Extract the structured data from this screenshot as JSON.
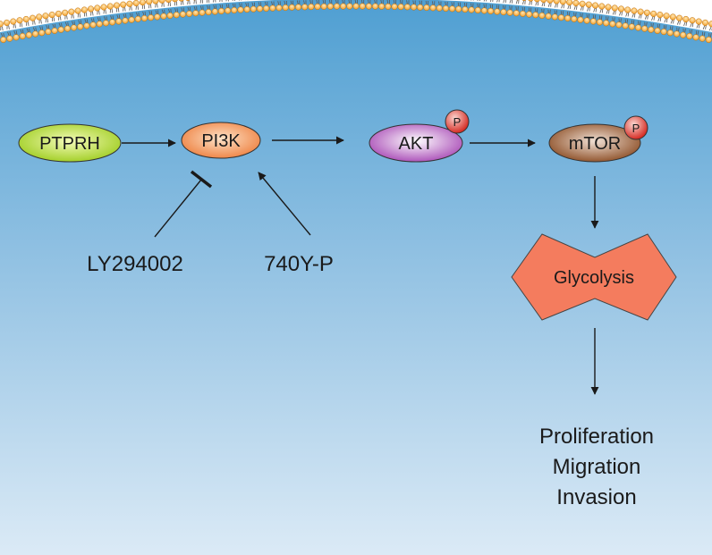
{
  "nodes": {
    "ptprh": "PTPRH",
    "pi3k": "PI3K",
    "akt": "AKT",
    "mtor": "mTOR",
    "glycolysis": "Glycolysis"
  },
  "phospho_label": "P",
  "inhibitor": "LY294002",
  "activator": "740Y-P",
  "outcomes": [
    "Proliferation",
    "Migration",
    "Invasion"
  ]
}
